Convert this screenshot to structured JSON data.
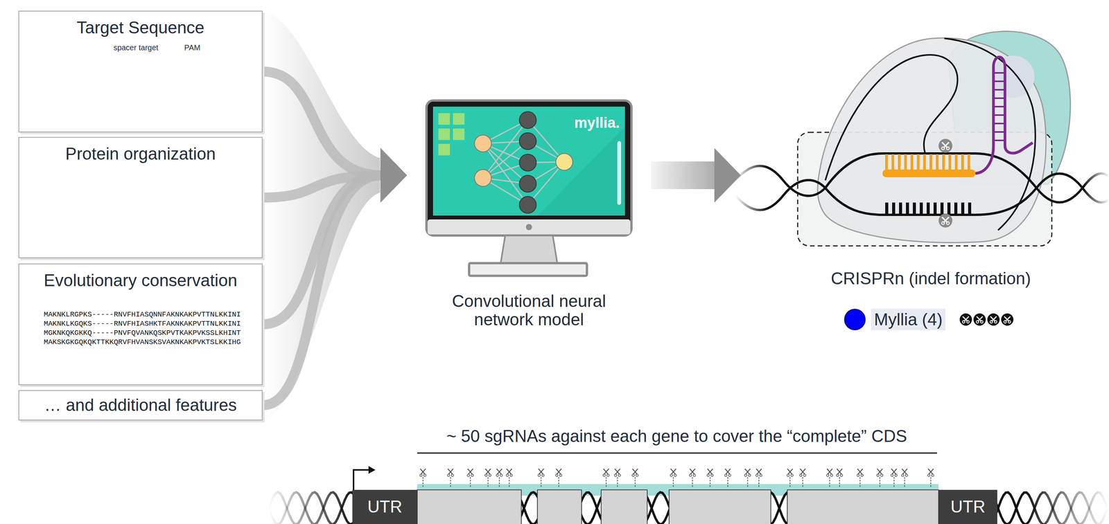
{
  "diagram": {
    "nodes": [
      {
        "text": [
          "Target Sequence"
        ]
      },
      {
        "text": [
          "Protein organization"
        ]
      },
      {
        "text": [
          "Evolutionary conservation"
        ]
      },
      {
        "text": [
          "… and additional features"
        ]
      },
      {
        "text": [
          "myllia.",
          "Convolutional neural network model"
        ]
      },
      {
        "text": [
          "CRISPRn (indel formation)"
        ]
      },
      {
        "text": [
          "UTR"
        ]
      },
      {
        "text": [
          "UTR"
        ]
      }
    ],
    "edges": [
      {
        "from": 0,
        "to": 4,
        "arrow": "to"
      },
      {
        "from": 1,
        "to": 4,
        "arrow": "to"
      },
      {
        "from": 2,
        "to": 4,
        "arrow": "to"
      },
      {
        "from": 3,
        "to": 4,
        "arrow": "to"
      },
      {
        "from": 4,
        "to": 5,
        "arrow": "to"
      }
    ],
    "labels": [
      "spacer target",
      "PAM",
      "MAKNKLRGPKS-----RNVFHIASQNNFAKNKAKPVTTNLKKINI",
      "MAKNKLKGQKS-----RNVFHIASHKTFAKNKAKPVTTNLKKINI",
      "MGKNKQKGKKQ-----PNVFQVANKQSKPVTKAKPVKSSLKHINT",
      "MAKSKGKGQKQKTTKKQRVFHVANSKSVAKNKAKPVKTSLKKIHG",
      "~ 50 sgRNAs against each gene to cover the “complete” CDS"
    ],
    "legend": [
      {
        "text": "Myllia (4)",
        "color": "#0000ff"
      }
    ]
  }
}
